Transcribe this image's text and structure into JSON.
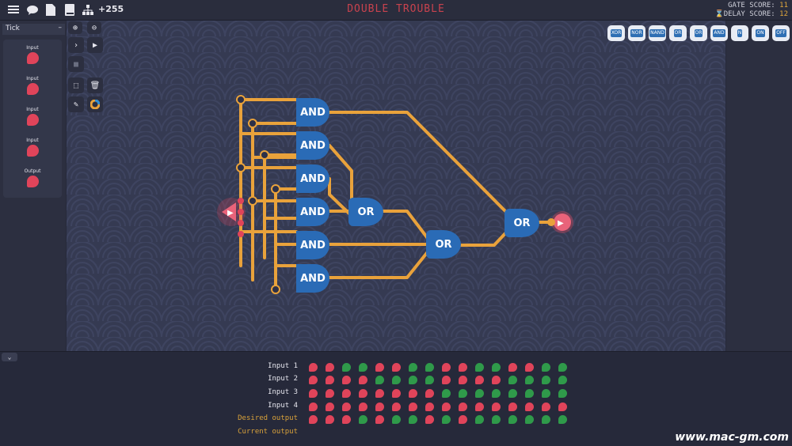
{
  "topbar": {
    "icons": [
      "menu-icon",
      "chat-icon",
      "file-icon",
      "book-icon",
      "hierarchy-icon"
    ],
    "count": "+255",
    "title": "DOUBLE TROUBLE",
    "gate_score_label": "GATE SCORE:",
    "gate_score": "11",
    "delay_score_label": "DELAY SCORE:",
    "delay_score": "12"
  },
  "tick_panel": {
    "title": "Tick",
    "collapse": "–",
    "items": [
      {
        "label": "Input"
      },
      {
        "label": "Input"
      },
      {
        "label": "Input"
      },
      {
        "label": "Input"
      },
      {
        "label": "Output"
      }
    ]
  },
  "palette": [
    "XOR",
    "NOR",
    "NAND",
    "OR",
    "OR",
    "AND",
    "N",
    "ON",
    "OFF"
  ],
  "gates": {
    "and": [
      "AND",
      "AND",
      "AND",
      "AND",
      "AND",
      "AND"
    ],
    "or": [
      "OR",
      "OR",
      "OR"
    ]
  },
  "truth_table": {
    "rows": [
      {
        "label": "Input 1",
        "values": [
          0,
          0,
          1,
          1,
          0,
          0,
          1,
          1,
          0,
          0,
          1,
          1,
          0,
          0,
          1,
          1
        ]
      },
      {
        "label": "Input 2",
        "values": [
          0,
          0,
          0,
          0,
          1,
          1,
          1,
          1,
          0,
          0,
          0,
          0,
          1,
          1,
          1,
          1
        ]
      },
      {
        "label": "Input 3",
        "values": [
          0,
          0,
          0,
          0,
          0,
          0,
          0,
          0,
          1,
          1,
          1,
          1,
          1,
          1,
          1,
          1
        ]
      },
      {
        "label": "Input 4",
        "values": [
          0,
          0,
          0,
          0,
          0,
          0,
          0,
          0,
          0,
          0,
          0,
          0,
          0,
          0,
          0,
          0
        ]
      },
      {
        "label": "Desired output",
        "values": [
          0,
          0,
          0,
          1,
          0,
          1,
          1,
          0,
          1,
          0,
          1,
          1,
          1,
          1,
          1,
          1
        ]
      },
      {
        "label": "Current output",
        "values": []
      }
    ],
    "on_color": "#2f9a4a",
    "off_color": "#e0445a"
  },
  "watermark": "www.mac-gm.com"
}
